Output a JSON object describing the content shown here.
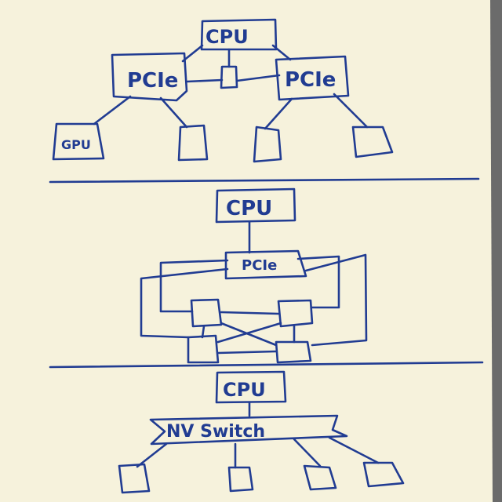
{
  "colors": {
    "ink": "#213c92",
    "paper": "#f6f2dc",
    "shadow": "#5a5a5a"
  },
  "top_diagram": {
    "cpu": "CPU",
    "pcie_left": "PCIe",
    "pcie_right": "PCIe",
    "gpu": "GPU"
  },
  "middle_diagram": {
    "cpu": "CPU",
    "pcie": "PCIe"
  },
  "bottom_diagram": {
    "cpu": "CPU",
    "switch": "NV Switch"
  }
}
